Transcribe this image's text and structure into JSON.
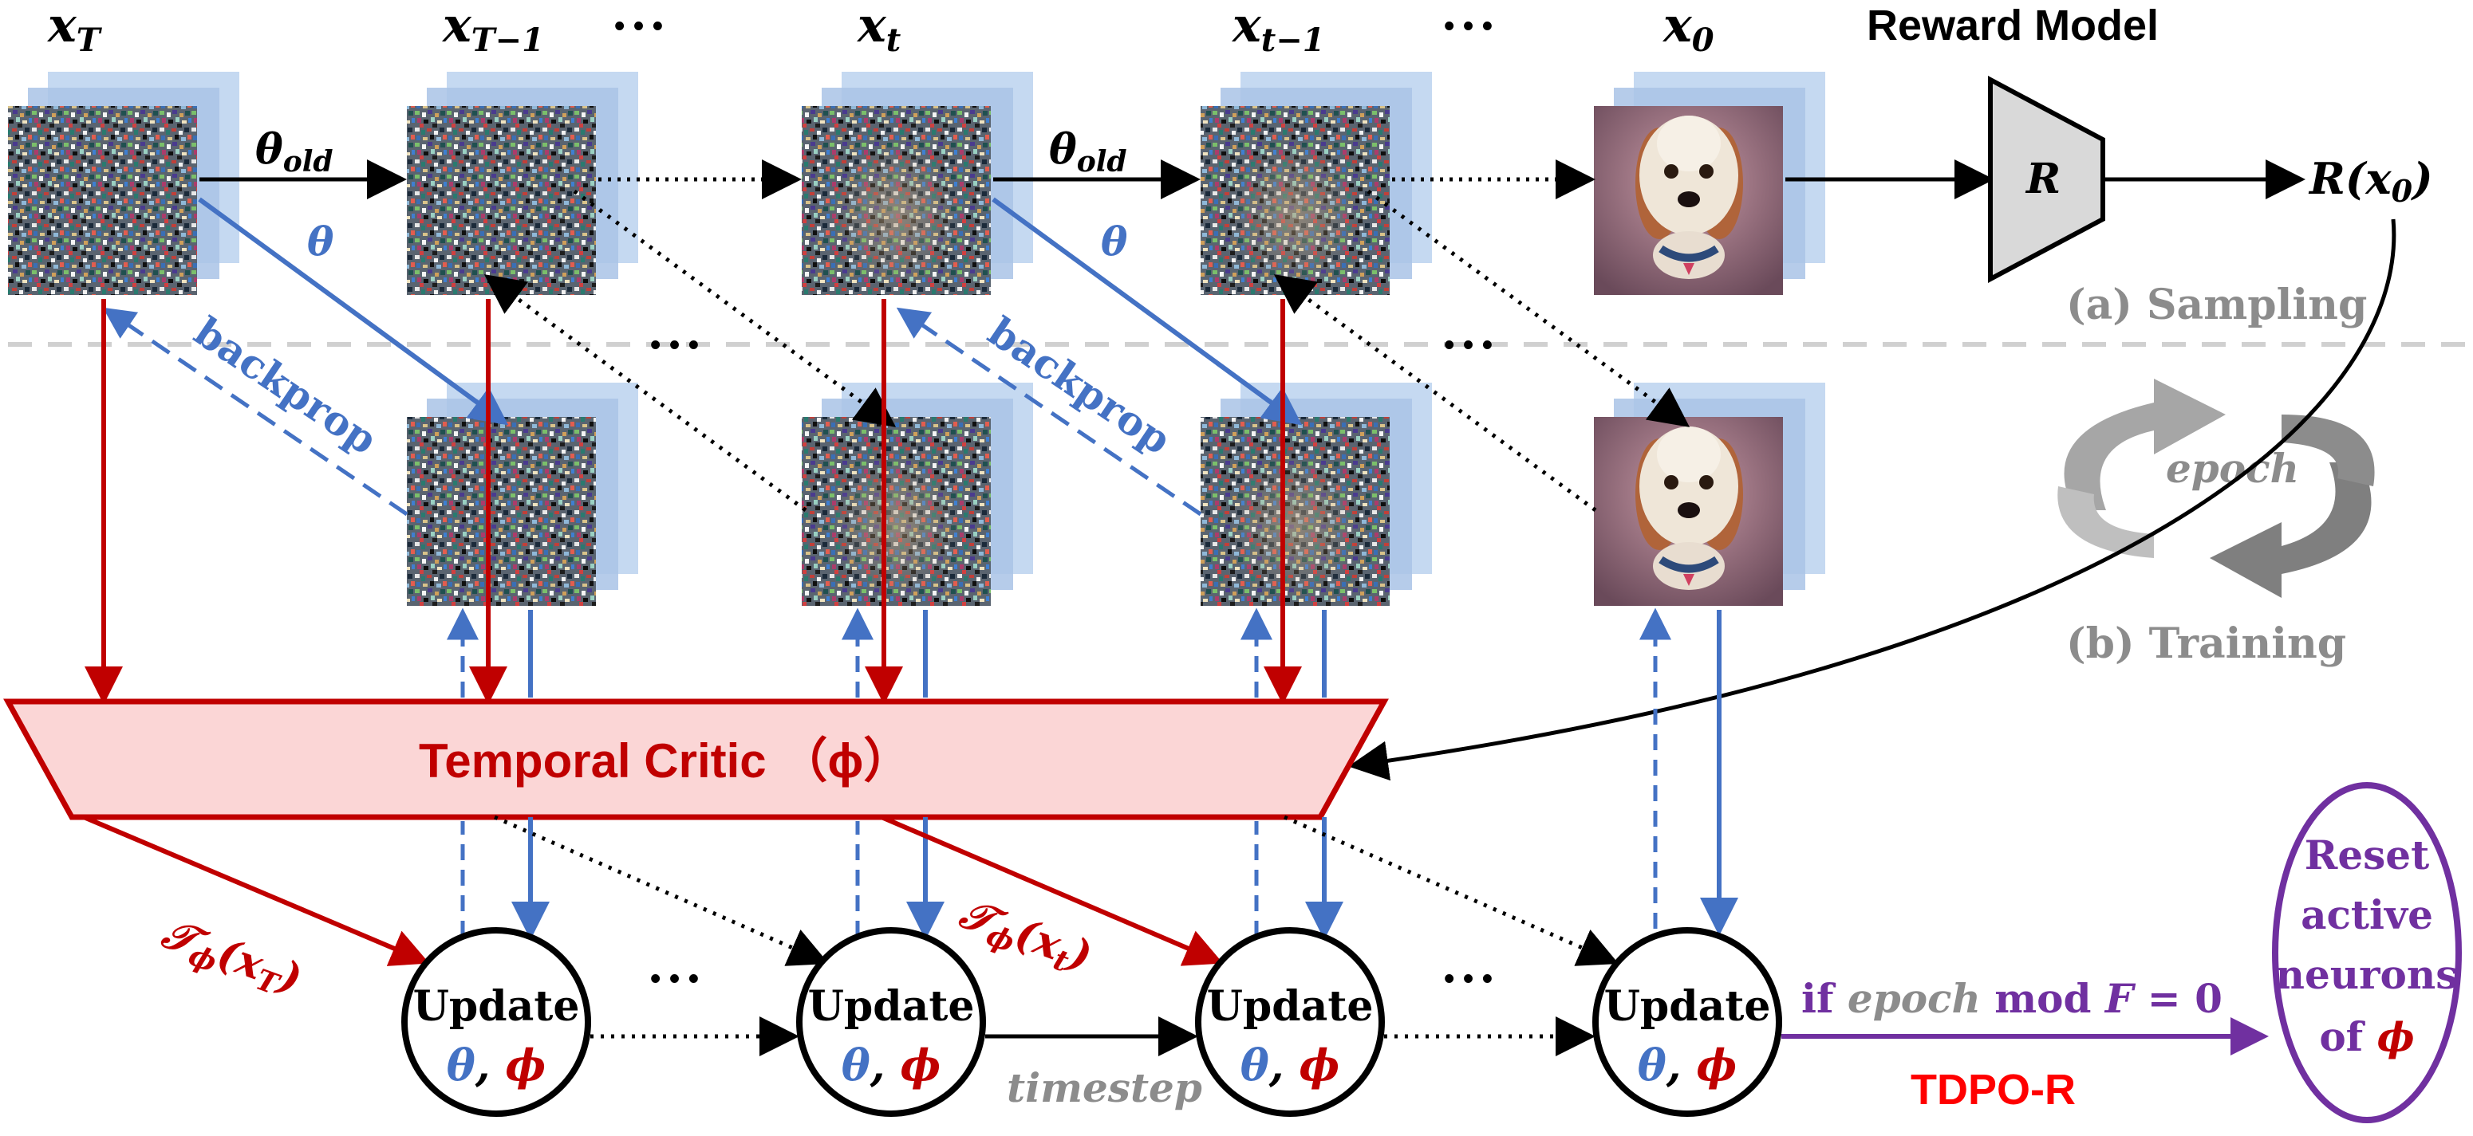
{
  "labels": {
    "x_T": "x",
    "x_T_sub": "T",
    "x_Tm1": "x",
    "x_Tm1_sub": "T−1",
    "x_t": "x",
    "x_t_sub": "t",
    "x_tm1": "x",
    "x_tm1_sub": "t−1",
    "x_0": "x",
    "x_0_sub": "0",
    "reward_model_title": "Reward Model",
    "reward_R": "R",
    "reward_output": "R(x",
    "reward_output_sub": "0",
    "reward_output_close": ")",
    "dots": "• • •",
    "theta_old_1": "θ",
    "theta_old_1_sub": "old",
    "theta_old_2": "θ",
    "theta_old_2_sub": "old",
    "theta_1": "θ",
    "theta_2": "θ",
    "backprop_1": "backprop",
    "backprop_2": "backprop",
    "sampling": "(a) Sampling",
    "training": "(b) Training",
    "epoch": "epoch",
    "critic_label": "Temporal Critic （ϕ）",
    "t_phi_1": "𝒯",
    "t_phi_1_sub": "ϕ",
    "t_phi_1_arg": "(x",
    "t_phi_1_arg_sub": "T",
    "t_phi_1_close": ")",
    "t_phi_2": "𝒯",
    "t_phi_2_sub": "ϕ",
    "t_phi_2_arg": "(x",
    "t_phi_2_arg_sub": "t",
    "t_phi_2_close": ")",
    "update": "Update",
    "update_theta": "θ",
    "update_comma": ", ",
    "update_phi": "ϕ",
    "timestep": "timestep",
    "condition_if": "if ",
    "condition_epoch": "epoch",
    "condition_mod": " mod ",
    "condition_F": "F",
    "condition_eq": " = 0",
    "tdpo_r": "TDPO-R",
    "reset_line1": "Reset",
    "reset_line2": "active",
    "reset_line3": "neurons",
    "reset_line4_of": "of ",
    "reset_line4_phi": "ϕ"
  },
  "colors": {
    "black": "#000000",
    "red": "#c00000",
    "blue": "#4472c4",
    "purple": "#7030a0",
    "gray": "#8c8c8c",
    "critic_fill": "#fbd6d6",
    "stack_blue": "#c5d9f1",
    "bright_red": "#ff0000"
  }
}
